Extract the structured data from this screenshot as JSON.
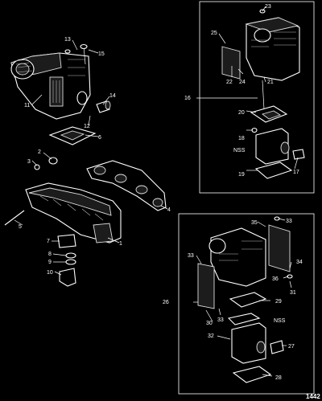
{
  "figure_id": "1442",
  "callouts": {
    "c1": "1",
    "c2": "2",
    "c3": "3",
    "c4": "4",
    "c5": "5",
    "c6": "6",
    "c7": "7",
    "c8": "8",
    "c9": "9",
    "c10": "10",
    "c11": "11",
    "c12": "12",
    "c13": "13",
    "c14": "14",
    "c15": "15",
    "c16": "16",
    "c17": "17",
    "c18": "18",
    "c19": "19",
    "c20": "20",
    "c21": "21",
    "c22": "22",
    "c23": "23",
    "c24": "24",
    "c25": "25",
    "c26": "26",
    "c27": "27",
    "c28": "28",
    "c29": "29",
    "c30": "30",
    "c31": "31",
    "c32": "32",
    "c33a": "33",
    "c33b": "33",
    "c33c": "33",
    "c34": "34",
    "c35": "35",
    "c36": "36",
    "nss_a": "NSS",
    "nss_b": "NSS"
  }
}
